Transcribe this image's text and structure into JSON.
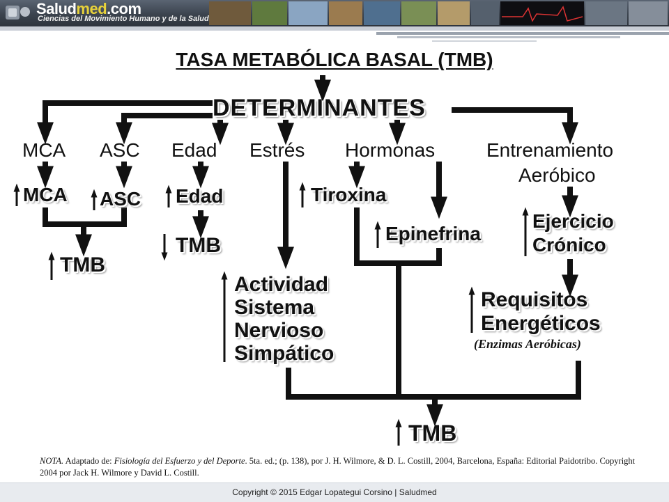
{
  "header": {
    "brand_main": "Salud",
    "brand_accent": "med",
    "brand_suffix": ".com",
    "tagline": "Ciencias del Movimiento Humano y de la Salud"
  },
  "diagram": {
    "title": "TASA METABÓLICA BASAL (TMB)",
    "hub": "DETERMINANTES",
    "categories": {
      "mca": "MCA",
      "asc": "ASC",
      "edad": "Edad",
      "estres": "Estrés",
      "hormonas": "Hormonas",
      "entrenamiento_line1": "Entrenamiento",
      "entrenamiento_line2": "Aeróbico"
    },
    "effects": {
      "mca": "MCA",
      "asc": "ASC",
      "edad": "Edad",
      "tiroxina": "Tiroxina",
      "epinefrina": "Epinefrina",
      "ejercicio_line1": "Ejercicio",
      "ejercicio_line2": "Crónico",
      "actividad_line1": "Actividad",
      "actividad_line2": "Sistema",
      "actividad_line3": "Nervioso",
      "actividad_line4": "Simpático",
      "requisitos_line1": "Requisitos",
      "requisitos_line2": "Energéticos",
      "enzimas": "(Enzimas Aeróbicas)"
    },
    "outcomes": {
      "tmb_mca_asc": "TMB",
      "tmb_edad": "TMB",
      "tmb_final": "TMB"
    },
    "direction": {
      "up": "increase",
      "down": "decrease"
    }
  },
  "note": {
    "label": "NOTA.",
    "prefix": " Adaptado de: ",
    "book": "Fisiología del Esfuerzo y del Deporte",
    "rest": ". 5ta. ed.; (p. 138), por J. H. Wilmore, & D. L. Costill, 2004, Barcelona, España: Editorial Paidotribo. Copyright 2004 por Jack H. Wilmore  y David L. Costill."
  },
  "footer": {
    "copyright": "Copyright © 2015 Edgar Lopategui Corsino | Saludmed"
  },
  "colors": {
    "ink": "#111111",
    "banner": "#3b434e",
    "accent": "#e8d23a",
    "footer_bg": "#e8ebef"
  }
}
